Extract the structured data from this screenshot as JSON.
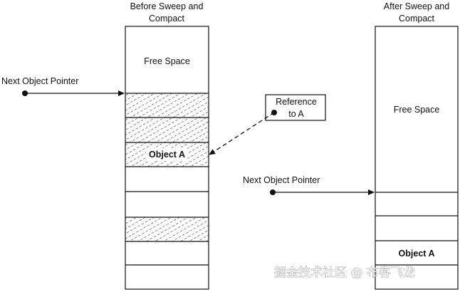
{
  "before": {
    "title_line1": "Before Sweep and",
    "title_line2": "Compact",
    "free_space": "Free Space",
    "object_a": "Object A",
    "next_pointer": "Next Object Pointer"
  },
  "reference": {
    "line1": "Reference",
    "line2": "to A"
  },
  "after": {
    "title_line1": "After Sweep and",
    "title_line2": "Compact",
    "free_space": "Free Space",
    "object_a": "Object A",
    "next_pointer": "Next Object Pointer"
  },
  "watermark": "掘金技术社区 @ 布客飞龙"
}
